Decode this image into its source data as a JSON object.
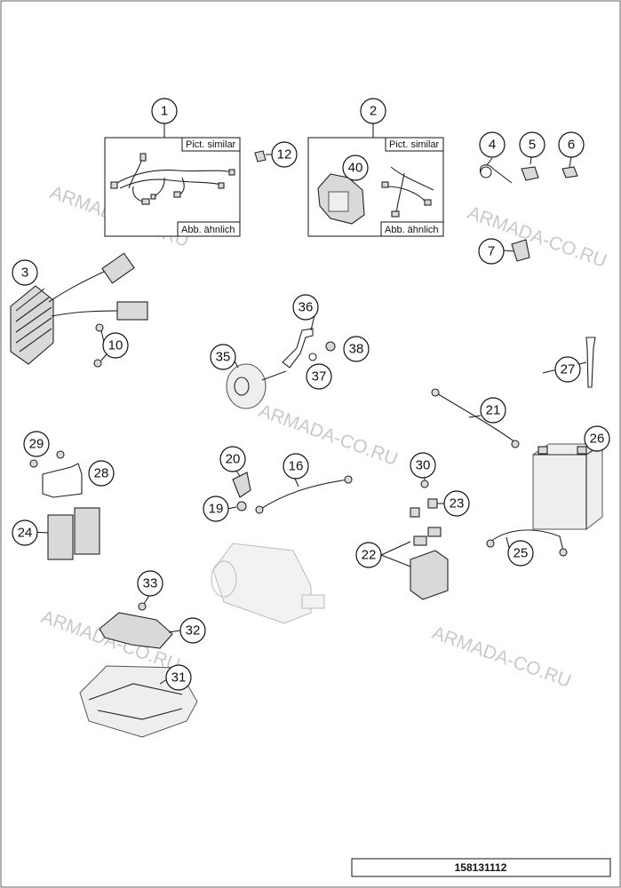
{
  "watermark": "ARMADA-CO.RU",
  "ref_number": "158131112",
  "box1": {
    "label_top": "Pict. similar",
    "label_bottom": "Abb. ähnlich"
  },
  "box2": {
    "label_top": "Pict. similar",
    "label_bottom": "Abb. ähnlich"
  },
  "callouts": [
    "1",
    "2",
    "3",
    "4",
    "5",
    "6",
    "7",
    "10",
    "12",
    "16",
    "19",
    "20",
    "21",
    "22",
    "23",
    "24",
    "25",
    "26",
    "27",
    "28",
    "29",
    "30",
    "31",
    "32",
    "33",
    "35",
    "36",
    "37",
    "38",
    "40"
  ]
}
